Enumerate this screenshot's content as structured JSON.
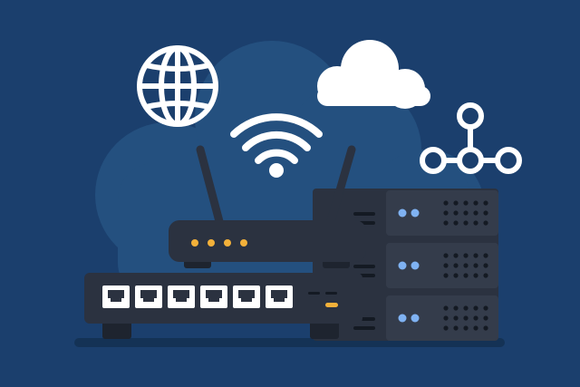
{
  "illustration": {
    "elements": [
      "globe-icon",
      "cloud-icon",
      "wifi-icon",
      "network-topology-icon",
      "wireless-router",
      "network-switch",
      "server-rack"
    ],
    "colors": {
      "background": "#1b3f6d",
      "background_blob": "#24507f",
      "device_body": "#2b3240",
      "device_panel": "#343c4b",
      "device_dark": "#1e242f",
      "icon_white": "#ffffff",
      "led_amber": "#f3b13a",
      "led_blue": "#7fb2f2",
      "vent_dark": "#141a23",
      "shadow": "#143255"
    },
    "router": {
      "led_count": 4
    },
    "switch": {
      "port_count": 6
    },
    "server_rack": {
      "unit_count": 3,
      "leds_per_unit": 2
    }
  }
}
